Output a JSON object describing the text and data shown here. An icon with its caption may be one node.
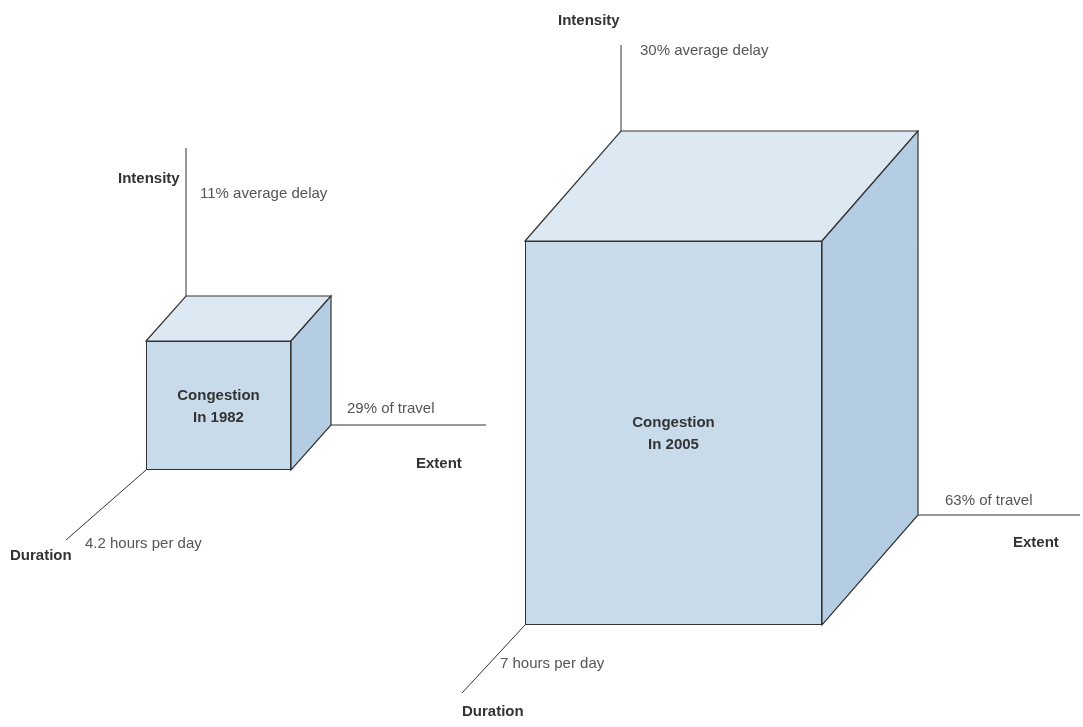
{
  "diagram": {
    "nodes": [
      {
        "text": [
          "Congestion In 1982"
        ]
      },
      {
        "text": [
          "Congestion In 2005"
        ]
      }
    ],
    "labels": [
      "Intensity",
      "30% average delay",
      "Intensity",
      "11% average delay",
      "29% of travel",
      "Extent",
      "63% of travel",
      "Extent",
      "Duration",
      "4.2 hours per day",
      "7 hours per day",
      "Duration"
    ]
  }
}
